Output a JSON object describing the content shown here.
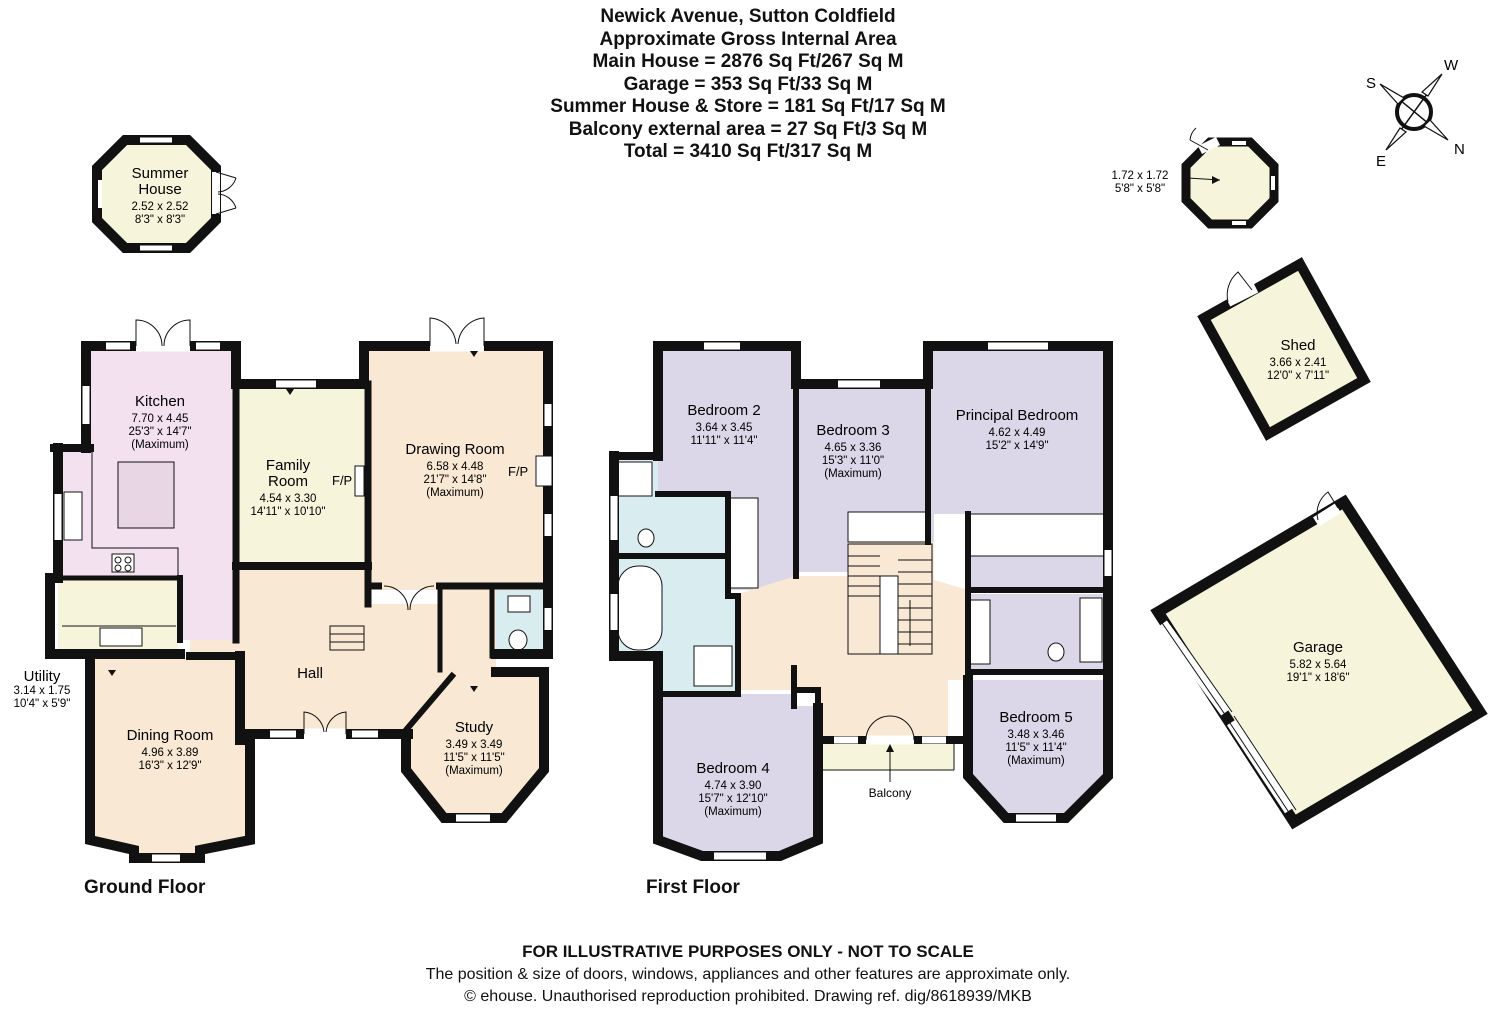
{
  "header": {
    "lines": [
      "Newick Avenue, Sutton Coldfield",
      "Approximate Gross Internal Area",
      "Main House = 2876 Sq Ft/267 Sq M",
      "Garage = 353 Sq Ft/33 Sq M",
      "Summer House & Store = 181 Sq Ft/17 Sq M",
      "Balcony external area = 27 Sq Ft/3 Sq M",
      "Total = 3410 Sq Ft/317 Sq M"
    ]
  },
  "floors": {
    "ground": "Ground Floor",
    "first": "First Floor"
  },
  "compass": {
    "labels": [
      "S",
      "W",
      "E",
      "N"
    ]
  },
  "rooms": {
    "summer_house": {
      "name": [
        "Summer",
        "House"
      ],
      "dims": [
        "2.52 x 2.52",
        "8'3\" x 8'3\""
      ]
    },
    "store": {
      "dims": [
        "1.72 x 1.72",
        "5'8\" x 5'8\""
      ]
    },
    "shed": {
      "name": [
        "Shed"
      ],
      "dims": [
        "3.66 x 2.41",
        "12'0\" x 7'11\""
      ]
    },
    "garage": {
      "name": [
        "Garage"
      ],
      "dims": [
        "5.82 x 5.64",
        "19'1\" x 18'6\""
      ]
    },
    "kitchen": {
      "name": [
        "Kitchen"
      ],
      "dims": [
        "7.70 x 4.45",
        "25'3\" x 14'7\"",
        "(Maximum)"
      ]
    },
    "family_room": {
      "name": [
        "Family",
        "Room"
      ],
      "dims": [
        "4.54 x 3.30",
        "14'11\" x 10'10\""
      ]
    },
    "drawing_room": {
      "name": [
        "Drawing Room"
      ],
      "dims": [
        "6.58 x 4.48",
        "21'7\" x 14'8\"",
        "(Maximum)"
      ]
    },
    "utility": {
      "name": [
        "Utility"
      ],
      "dims": [
        "3.14 x 1.75",
        "10'4\" x 5'9\""
      ]
    },
    "hall": {
      "name": [
        "Hall"
      ],
      "dims": []
    },
    "study": {
      "name": [
        "Study"
      ],
      "dims": [
        "3.49 x 3.49",
        "11'5\" x 11'5\"",
        "(Maximum)"
      ]
    },
    "dining_room": {
      "name": [
        "Dining Room"
      ],
      "dims": [
        "4.96 x 3.89",
        "16'3\" x 12'9\""
      ]
    },
    "bedroom2": {
      "name": [
        "Bedroom 2"
      ],
      "dims": [
        "3.64 x 3.45",
        "11'11\" x 11'4\""
      ]
    },
    "bedroom3": {
      "name": [
        "Bedroom 3"
      ],
      "dims": [
        "4.65 x 3.36",
        "15'3\" x 11'0\"",
        "(Maximum)"
      ]
    },
    "principal_bedroom": {
      "name": [
        "Principal Bedroom"
      ],
      "dims": [
        "4.62 x 4.49",
        "15'2\" x 14'9\""
      ]
    },
    "bedroom4": {
      "name": [
        "Bedroom 4"
      ],
      "dims": [
        "4.74 x 3.90",
        "15'7\" x 12'10\"",
        "(Maximum)"
      ]
    },
    "bedroom5": {
      "name": [
        "Bedroom 5"
      ],
      "dims": [
        "3.48 x 3.46",
        "11'5\" x 11'4\"",
        "(Maximum)"
      ]
    },
    "balcony": {
      "name": [
        "Balcony"
      ],
      "dims": []
    }
  },
  "fireplace_label": "F/P",
  "footer": {
    "bold": "FOR ILLUSTRATIVE PURPOSES ONLY - NOT TO SCALE",
    "line1": "The position & size of doors, windows, appliances and other features are approximate only.",
    "line2": "© ehouse. Unauthorised reproduction prohibited. Drawing ref. dig/8618939/MKB"
  },
  "colors": {
    "wall": "#111111",
    "yellow": "#f6f5db",
    "peach": "#f8e8d4",
    "pink": "#f3e1ef",
    "lilac": "#dcd7e8",
    "blue": "#d9ecf0",
    "window": "#ffffff"
  }
}
